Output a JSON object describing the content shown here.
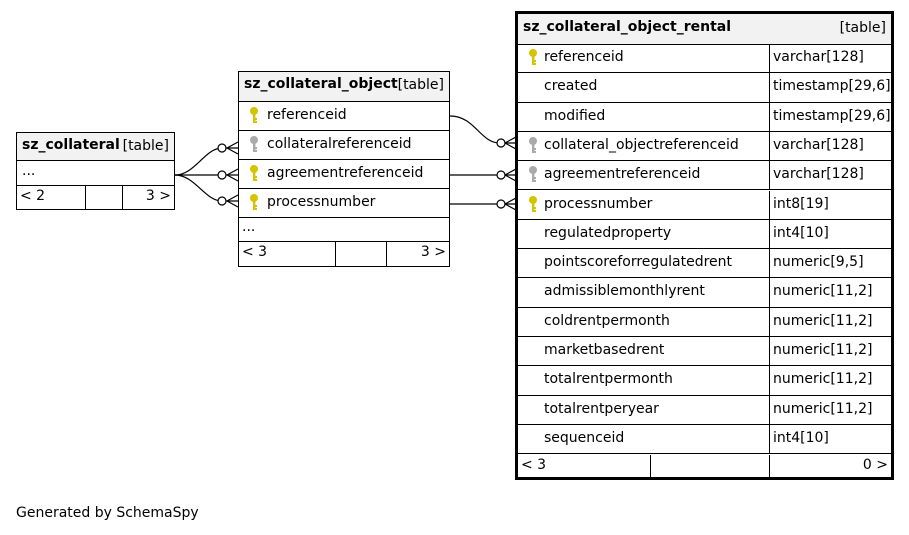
{
  "tables": {
    "sz_collateral": {
      "name": "sz_collateral",
      "type": "[table]",
      "ellipsis": "...",
      "footer_left": "< 2",
      "footer_right": "3 >"
    },
    "sz_collateral_object": {
      "name": "sz_collateral_object",
      "type": "[table]",
      "columns": [
        {
          "name": "referenceid",
          "key": "primary"
        },
        {
          "name": "collateralreferenceid",
          "key": "foreign"
        },
        {
          "name": "agreementreferenceid",
          "key": "primary"
        },
        {
          "name": "processnumber",
          "key": "primary"
        }
      ],
      "ellipsis": "...",
      "footer_left": "< 3",
      "footer_right": "3 >"
    },
    "sz_collateral_object_rental": {
      "name": "sz_collateral_object_rental",
      "type": "[table]",
      "columns": [
        {
          "name": "referenceid",
          "type": "varchar[128]",
          "key": "primary"
        },
        {
          "name": "created",
          "type": "timestamp[29,6]",
          "key": "none"
        },
        {
          "name": "modified",
          "type": "timestamp[29,6]",
          "key": "none"
        },
        {
          "name": "collateral_objectreferenceid",
          "type": "varchar[128]",
          "key": "foreign"
        },
        {
          "name": "agreementreferenceid",
          "type": "varchar[128]",
          "key": "foreign"
        },
        {
          "name": "processnumber",
          "type": "int8[19]",
          "key": "primary"
        },
        {
          "name": "regulatedproperty",
          "type": "int4[10]",
          "key": "none"
        },
        {
          "name": "pointscoreforregulatedrent",
          "type": "numeric[9,5]",
          "key": "none"
        },
        {
          "name": "admissiblemonthlyrent",
          "type": "numeric[11,2]",
          "key": "none"
        },
        {
          "name": "coldrentpermonth",
          "type": "numeric[11,2]",
          "key": "none"
        },
        {
          "name": "marketbasedrent",
          "type": "numeric[11,2]",
          "key": "none"
        },
        {
          "name": "totalrentpermonth",
          "type": "numeric[11,2]",
          "key": "none"
        },
        {
          "name": "totalrentperyear",
          "type": "numeric[11,2]",
          "key": "none"
        },
        {
          "name": "sequenceid",
          "type": "int4[10]",
          "key": "none"
        }
      ],
      "footer_left": "< 3",
      "footer_right": "0 >"
    }
  },
  "colors": {
    "primary_key": "#d4c400",
    "foreign_key": "#aaaaaa",
    "header_bg": "#f2f2f2",
    "line": "#000000"
  },
  "footer_text": "Generated by SchemaSpy"
}
